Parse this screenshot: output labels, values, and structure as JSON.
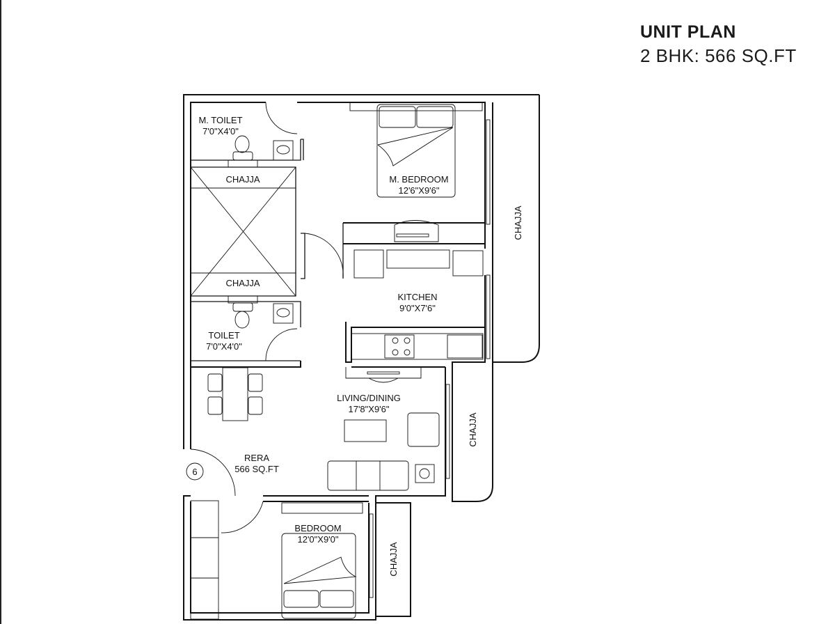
{
  "header": {
    "title": "UNIT PLAN",
    "subtitle": "2 BHK: 566 SQ.FT"
  },
  "rooms": {
    "m_toilet": {
      "name": "M. TOILET",
      "size": "7'0\"X4'0\""
    },
    "m_bedroom": {
      "name": "M. BEDROOM",
      "size": "12'6\"X9'6\""
    },
    "kitchen": {
      "name": "KITCHEN",
      "size": "9'0\"X7'6\""
    },
    "toilet": {
      "name": "TOILET",
      "size": "7'0\"X4'0\""
    },
    "living": {
      "name": "LIVING/DINING",
      "size": "17'8\"X9'6\""
    },
    "bedroom": {
      "name": "BEDROOM",
      "size": "12'0\"X9'0\""
    },
    "rera": {
      "name": "RERA",
      "size": "566 SQ.FT"
    }
  },
  "chajja": {
    "shaft_top": "CHAJJA",
    "shaft_bottom": "CHAJJA",
    "right_top": "CHAJJA",
    "right_mid": "CHAJJA",
    "bottom": "CHAJJA"
  },
  "unit_number": "6"
}
